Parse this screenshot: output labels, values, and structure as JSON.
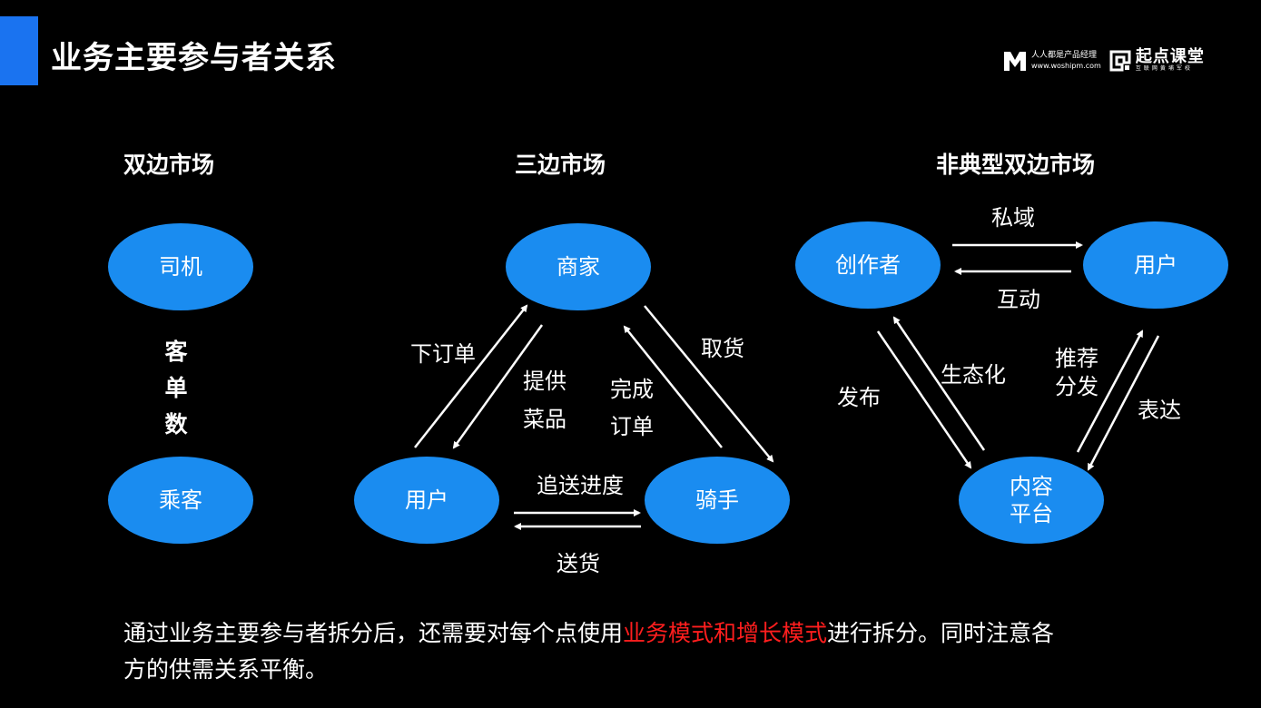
{
  "slide": {
    "title": "业务主要参与者关系",
    "accent_color": "#1a73f0"
  },
  "logo": {
    "brand1_line1": "人人都是产品经理",
    "brand1_line2": "www.woshipm.com",
    "brand2_name": "起点课堂",
    "brand2_sub": "互联网黄埔军校"
  },
  "diagrams": {
    "two_sided": {
      "title": "双边市场",
      "node_top": "司机",
      "node_bottom": "乘客",
      "link_label": "客单数"
    },
    "three_sided": {
      "title": "三边市场",
      "node_merchant": "商家",
      "node_user": "用户",
      "node_rider": "骑手",
      "label_order": "下订单",
      "label_supply_1": "提供",
      "label_supply_2": "菜品",
      "label_complete_1": "完成",
      "label_complete_2": "订单",
      "label_pickup": "取货",
      "label_progress": "追送进度",
      "label_delivery": "送货"
    },
    "atypical": {
      "title": "非典型双边市场",
      "node_creator": "创作者",
      "node_user": "用户",
      "node_platform_1": "内容",
      "node_platform_2": "平台",
      "label_private": "私域",
      "label_interact": "互动",
      "label_publish": "发布",
      "label_ecology": "生态化",
      "label_recommend_1": "推荐",
      "label_recommend_2": "分发",
      "label_express": "表达"
    }
  },
  "footer": {
    "text_before": "通过业务主要参与者拆分后，还需要对每个点使用",
    "text_highlight": "业务模式和增长模式",
    "text_after": "进行拆分。同时注意各方的供需关系平衡。",
    "highlight_color": "#ff1e1e"
  },
  "colors": {
    "node_fill": "#1a8cf0",
    "background": "#000000"
  }
}
